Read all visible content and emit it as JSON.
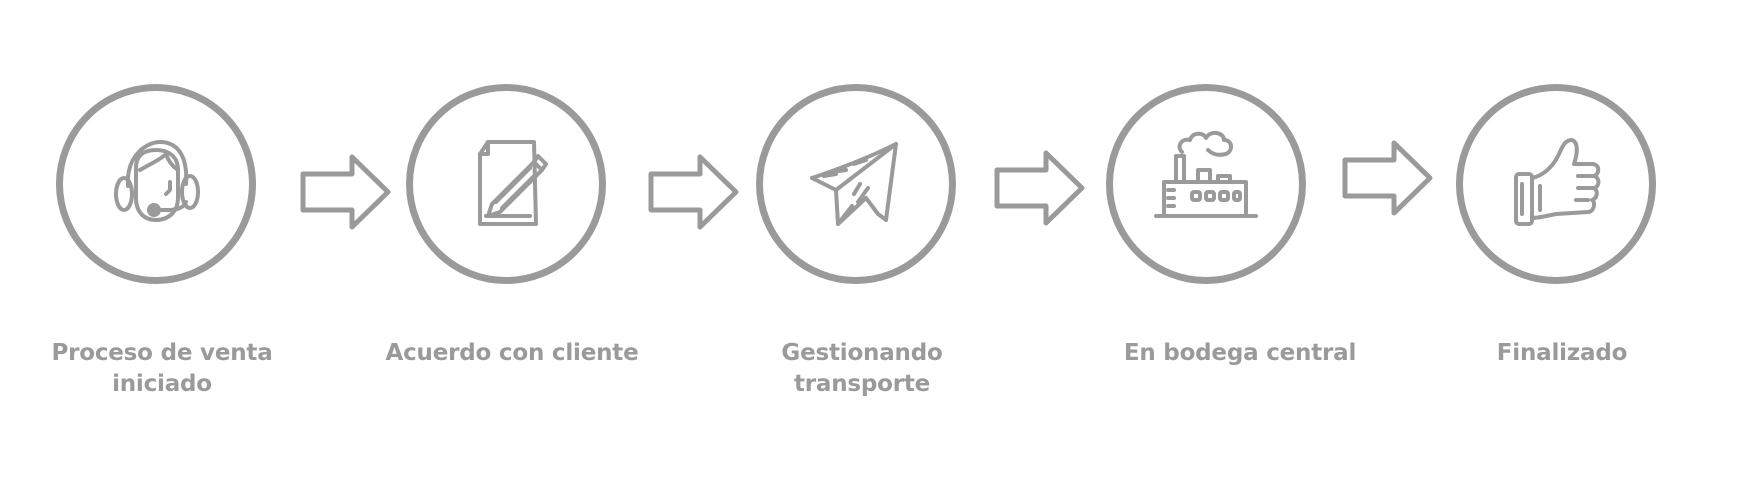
{
  "steps": [
    {
      "label": "Proceso de venta iniciado",
      "icon": "headset-agent-icon"
    },
    {
      "label": "Acuerdo con cliente",
      "icon": "document-pencil-icon"
    },
    {
      "label": "Gestionando transporte",
      "icon": "paper-plane-icon"
    },
    {
      "label": "En bodega central",
      "icon": "factory-icon"
    },
    {
      "label": "Finalizado",
      "icon": "thumbs-up-icon"
    }
  ],
  "colors": {
    "stroke": "#9a9a9a",
    "background": "#ffffff"
  }
}
